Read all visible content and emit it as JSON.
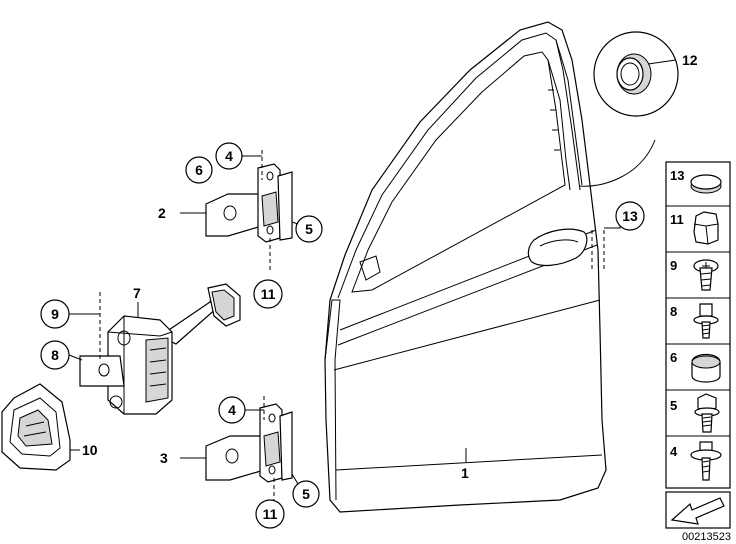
{
  "diagram": {
    "callouts": {
      "door": "1",
      "upper_hinge": "2",
      "lower_hinge": "3",
      "upper_screw_4": "4",
      "lower_screw_4": "4",
      "upper_bolt_5": "5",
      "lower_bolt_5": "5",
      "cap_6": "6",
      "check_strap": "7",
      "screw_8": "8",
      "screw_9": "9",
      "seal_10": "10",
      "upper_nut_11": "11",
      "lower_nut_11": "11",
      "plug_12": "12",
      "plug_13": "13"
    },
    "parts_sidebar": {
      "rows": [
        "13",
        "11",
        "9",
        "8",
        "6",
        "5",
        "4"
      ]
    },
    "diagram_id": "00213523"
  }
}
